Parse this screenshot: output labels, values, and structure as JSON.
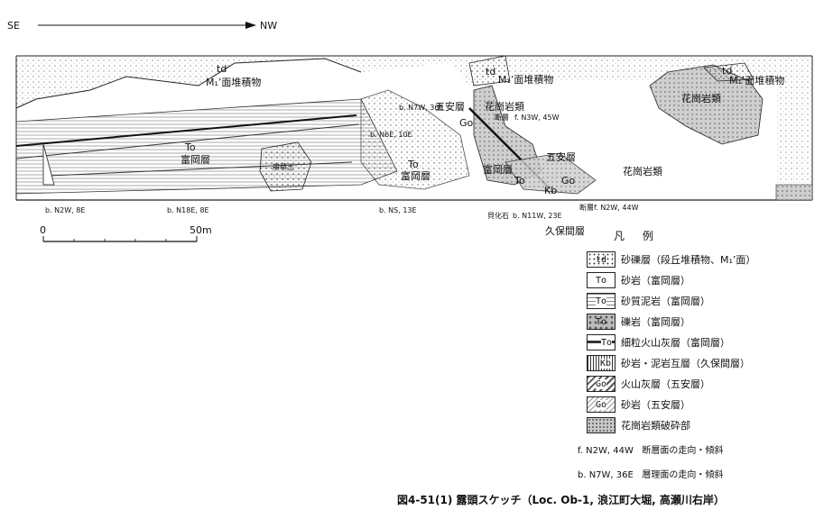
{
  "orientation": {
    "left": "SE",
    "right": "NW"
  },
  "scale": {
    "start": "0",
    "end": "50m"
  },
  "sketch_labels": {
    "td": "td",
    "m1_surface_deposit": "M₁’面堆積物",
    "gosu_formation": "五安層",
    "granites": "花崗岩類",
    "tomioka_formation": "富岡層",
    "to": "To",
    "go": "Go",
    "kb": "Kb",
    "talus": "崩積土",
    "fault": "断層",
    "kubomoma_formation": "久保間層",
    "wood_fossil": "貝化石"
  },
  "attitudes": [
    "b. N2W, 8E",
    "b. N18E, 8E",
    "b. NS, 13E",
    "b. N11W, 23E",
    "b. N7W, 36E",
    "b. N6E, 10E",
    "f. N3W, 45W",
    "f. N2W, 44W"
  ],
  "legend": {
    "title": "凡 例",
    "items": [
      {
        "code": "td",
        "text": "砂礫層（段丘堆積物、M₁’面）"
      },
      {
        "code": "To",
        "text": "砂岩（富岡層）"
      },
      {
        "code": "To",
        "text": "砂質泥岩（富岡層）"
      },
      {
        "code": "To",
        "text": "礫岩（富岡層）"
      },
      {
        "code": "To",
        "text": "細粒火山灰層（富岡層）"
      },
      {
        "code": "Kb",
        "text": "砂岩・泥岩互層（久保間層）"
      },
      {
        "code": "Go",
        "text": "火山灰層（五安層）"
      },
      {
        "code": "Go",
        "text": "砂岩（五安層）"
      },
      {
        "code": "",
        "text": "花崗岩類破砕部"
      }
    ],
    "fault_symbol": "f. N2W, 44W",
    "fault_text": "断層面の走向・傾斜",
    "bedding_symbol": "b. N7W, 36E",
    "bedding_text": "層理面の走向・傾斜"
  },
  "caption": "図4-51(1) 露頭スケッチ（Loc. Ob-1, 浪江町大堀, 高瀬川右岸）"
}
